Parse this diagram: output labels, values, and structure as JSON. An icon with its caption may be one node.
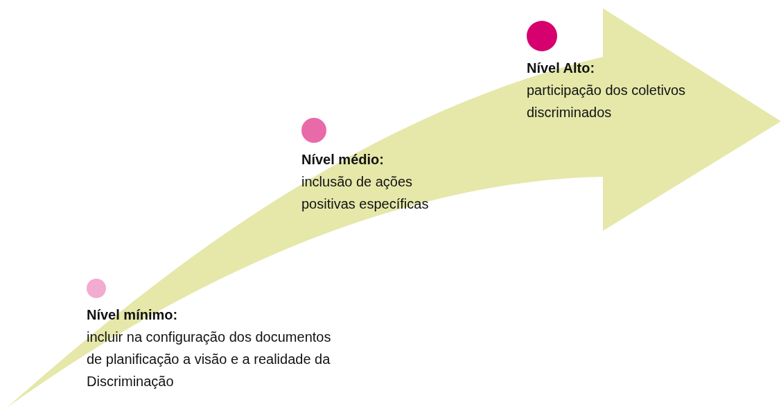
{
  "diagram": {
    "nodes": [
      {
        "text": [
          "Nível mínimo:",
          "incluir na configuração dos documentos de planificação a visão e a realidade da Discriminação"
        ]
      },
      {
        "text": [
          "Nível médio:",
          "inclusão de ações positivas específicas"
        ]
      },
      {
        "text": [
          "Nível Alto:",
          "participação dos coletivos discriminados"
        ]
      }
    ]
  }
}
